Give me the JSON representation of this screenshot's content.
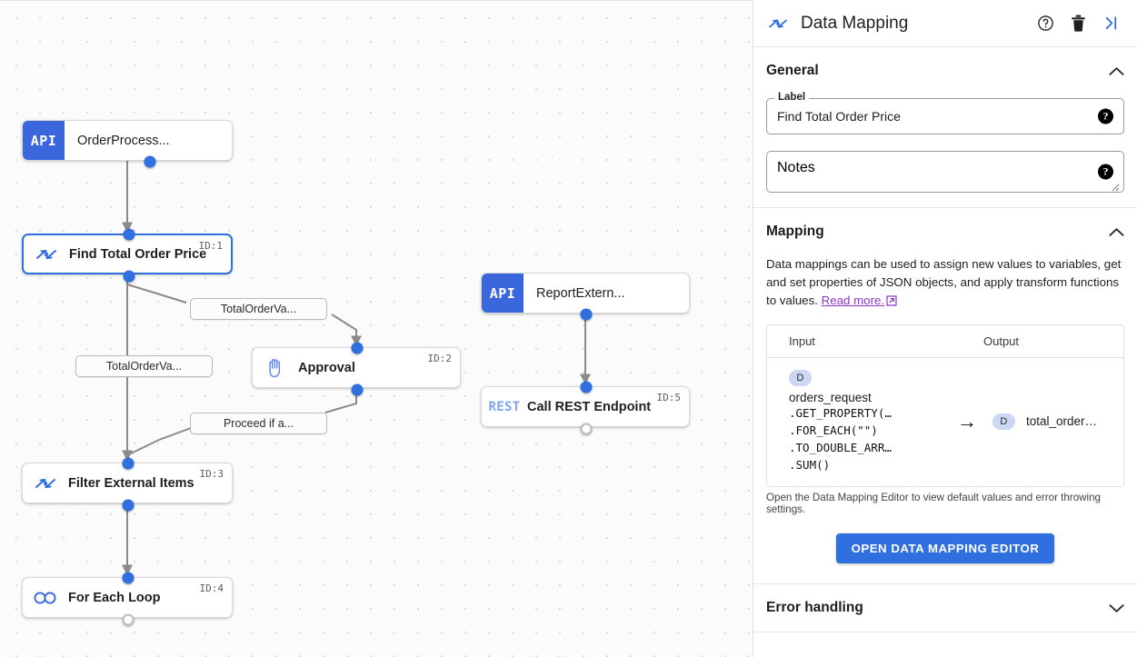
{
  "canvas": {
    "nodes": [
      {
        "id": "n0",
        "type": "api",
        "badge": "API",
        "label": "OrderProcess...",
        "idlabel": ""
      },
      {
        "id": "n1",
        "type": "mapping",
        "icon": "data-mapping-icon",
        "label": "Find Total Order Price",
        "idlabel": "ID:1",
        "selected": true
      },
      {
        "id": "n2",
        "type": "approval",
        "icon": "hand-icon",
        "label": "Approval",
        "idlabel": "ID:2"
      },
      {
        "id": "n3",
        "type": "mapping",
        "icon": "data-mapping-icon",
        "label": "Filter External Items",
        "idlabel": "ID:3"
      },
      {
        "id": "n4",
        "type": "loop",
        "icon": "loop-icon",
        "label": "For Each Loop",
        "idlabel": "ID:4"
      },
      {
        "id": "n5",
        "type": "api",
        "badge": "API",
        "label": "ReportExtern...",
        "idlabel": ""
      },
      {
        "id": "n6",
        "type": "rest",
        "badge": "REST",
        "label": "Call REST Endpoint",
        "idlabel": "ID:5"
      }
    ],
    "edge_labels": [
      {
        "key": "e1",
        "text": "TotalOrderVa..."
      },
      {
        "key": "e2",
        "text": "TotalOrderVa..."
      },
      {
        "key": "e3",
        "text": "Proceed if a..."
      }
    ]
  },
  "panel": {
    "header": {
      "icon": "data-mapping-icon",
      "title": "Data Mapping",
      "help_icon": "help-circle-icon",
      "delete_icon": "trash-icon",
      "collapse_icon": "collapse-panel-icon"
    },
    "general": {
      "title": "General",
      "collapse_icon": "chevron-up-icon",
      "label_legend": "Label",
      "label_value": "Find Total Order Price",
      "label_help": "?",
      "notes_placeholder": "Notes",
      "notes_help": "?"
    },
    "mapping": {
      "title": "Mapping",
      "collapse_icon": "chevron-up-icon",
      "description_part1": "Data mappings can be used to assign new values to variables, get and set properties of JSON objects, and apply transform functions to values. ",
      "read_more": "Read more.",
      "external_link_icon": "external-link-icon",
      "columns": {
        "input": "Input",
        "output": "Output"
      },
      "row": {
        "input_badge": "D",
        "input_var": "orders_request",
        "input_chain": [
          ".GET_PROPERTY(…",
          ".FOR_EACH(\"\")",
          ".TO_DOUBLE_ARR…",
          ".SUM()"
        ],
        "arrow": "→",
        "output_badge": "D",
        "output_var": "total_order…"
      },
      "note": "Open the Data Mapping Editor to view default values and error throwing settings.",
      "editor_button": "OPEN DATA MAPPING EDITOR"
    },
    "error_handling": {
      "title": "Error handling",
      "collapse_icon": "chevron-down-icon"
    }
  },
  "colors": {
    "accent": "#2f6fe0",
    "api_badge": "#3a68dc",
    "rest_text": "#7fa4ee",
    "link": "#8d35c6",
    "badge_bg": "#ccd7f3"
  }
}
